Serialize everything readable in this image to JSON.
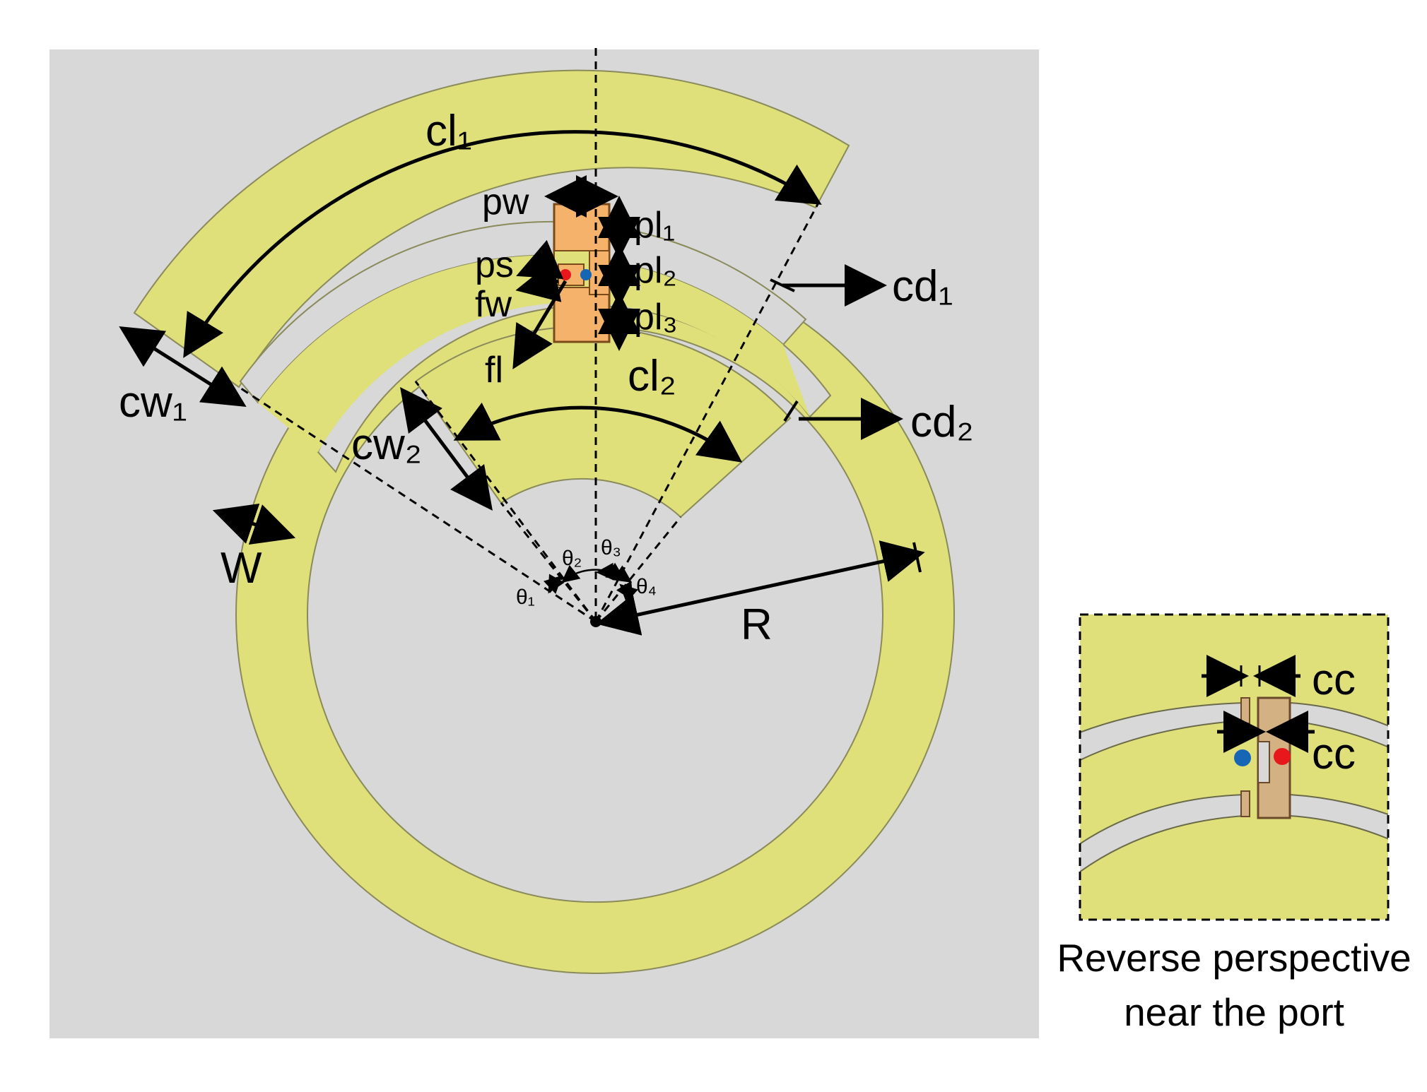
{
  "colors": {
    "substrate": "#d8d8d8",
    "conductor": "#dfe07a",
    "conductor_edge": "#8a8a5a",
    "patch": "#f5b26b",
    "patch_rear": "#d4b183",
    "port_red": "#e8171c",
    "port_blue": "#1666b5"
  },
  "labels": {
    "cl1": "cl₁",
    "cl2": "cl₂",
    "pw": "pw",
    "pl1": "pl₁",
    "pl2": "pl₂",
    "pl3": "pl₃",
    "ps": "ps",
    "fw": "fw",
    "fl": "fl",
    "cd1": "cd₁",
    "cd2": "cd₂",
    "cw1": "cw₁",
    "cw2": "cw₂",
    "W": "W",
    "R": "R",
    "theta1": "θ₁",
    "theta2": "θ₂",
    "theta3": "θ₃",
    "theta4": "θ₄"
  },
  "inset": {
    "cc_top": "cc",
    "cc_bottom": "cc",
    "caption_line1": "Reverse perspective",
    "caption_line2": "near the port"
  }
}
